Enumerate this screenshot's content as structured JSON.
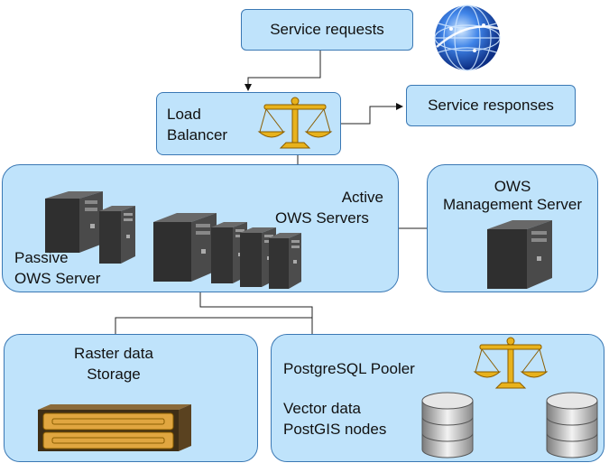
{
  "nodes": {
    "service_requests": "Service requests",
    "service_responses": "Service responses",
    "load_balancer": [
      "Load",
      "Balancer"
    ],
    "active_ows": [
      "Active",
      "OWS Servers"
    ],
    "passive_ows": [
      "Passive",
      "OWS Server"
    ],
    "ows_management": [
      "OWS",
      "Management Server"
    ],
    "raster_storage": [
      "Raster data",
      "Storage"
    ],
    "postgresql_pooler": "PostgreSQL Pooler",
    "vector_data": [
      "Vector data",
      "PostGIS nodes"
    ]
  },
  "colors": {
    "box_fill": "#bfe3fb",
    "box_border": "#3a78b4",
    "server_dark": "#3b3b3b",
    "scale_gold": "#e8b21c",
    "storage_orange": "#e0a640",
    "globe_blue": "#1b5fd6"
  },
  "icons": [
    "globe-icon",
    "scale-icon",
    "server-tower-icon",
    "storage-array-icon",
    "database-cylinder-icon"
  ]
}
